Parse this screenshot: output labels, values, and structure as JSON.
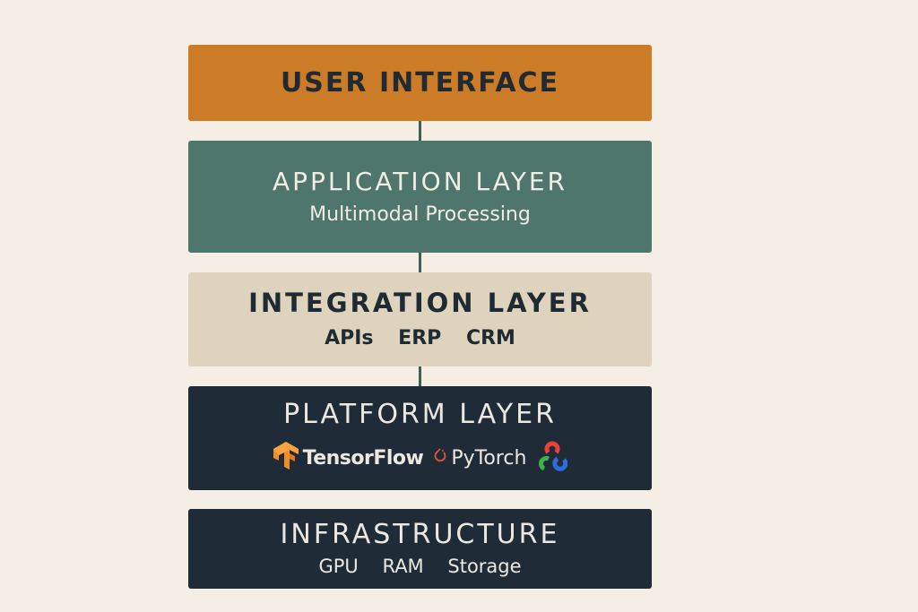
{
  "diagram": {
    "layers": [
      {
        "title": "USER INTERFACE",
        "color": "#cc7c26"
      },
      {
        "title": "APPLICATION LAYER",
        "subtitle": "Multimodal Processing",
        "color": "#4f766c"
      },
      {
        "title": "INTEGRATION LAYER",
        "items": [
          "APIs",
          "ERP",
          "CRM"
        ],
        "color": "#ded3bd"
      },
      {
        "title": "PLATFORM LAYER",
        "logos": [
          {
            "label": "TensorFlow",
            "icon": "tensorflow-icon",
            "color": "#f28c28"
          },
          {
            "label": "PyTorch",
            "icon": "pytorch-icon",
            "color": "#e0543c"
          },
          {
            "label": "",
            "icon": "opencv-icon",
            "colors": [
              "#e8403a",
              "#3cb04a",
              "#2f6be0"
            ]
          }
        ],
        "color": "#1f2c38"
      },
      {
        "title": "INFRASTRUCTURE",
        "items": [
          "GPU",
          "RAM",
          "Storage"
        ],
        "color": "#1f2c38"
      }
    ],
    "connector_color": "#3f5e56",
    "background": "#f5eee4"
  }
}
